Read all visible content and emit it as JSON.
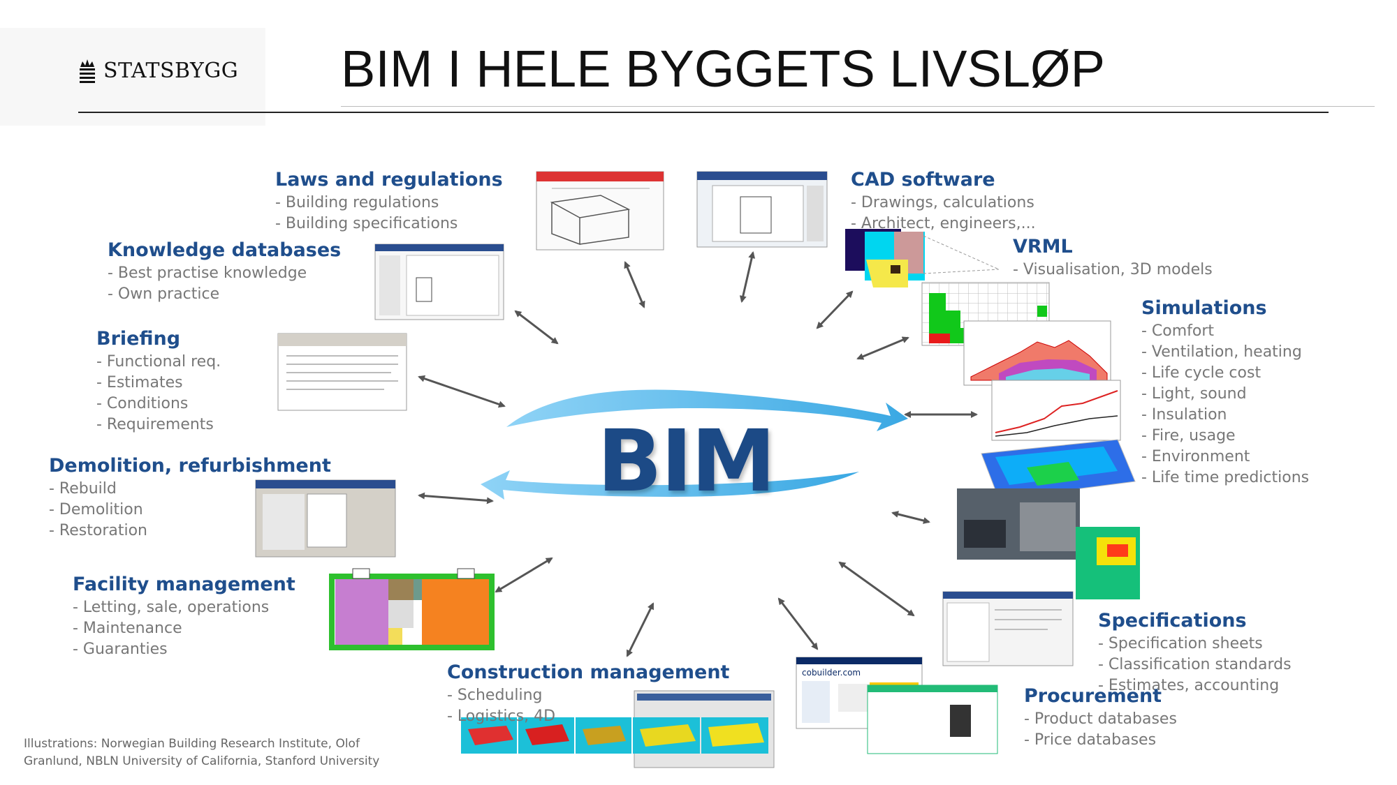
{
  "header": {
    "logo_text": "STATSBYGG",
    "title": "BIM I HELE BYGGETS LIVSLØP"
  },
  "center": {
    "label": "BIM"
  },
  "topics": [
    {
      "title": "Laws and regulations",
      "items": [
        "- Building regulations",
        "- Building specifications"
      ]
    },
    {
      "title": "Knowledge databases",
      "items": [
        "- Best practise knowledge",
        "- Own practice"
      ]
    },
    {
      "title": "Briefing",
      "items": [
        "- Functional req.",
        "- Estimates",
        "- Conditions",
        "- Requirements"
      ]
    },
    {
      "title": "Demolition, refurbishment",
      "items": [
        "- Rebuild",
        "- Demolition",
        "- Restoration"
      ]
    },
    {
      "title": "Facility management",
      "items": [
        "- Letting, sale, operations",
        "- Maintenance",
        "- Guaranties"
      ]
    },
    {
      "title": "Construction management",
      "items": [
        "- Scheduling",
        "- Logistics, 4D"
      ]
    },
    {
      "title": "CAD software",
      "items": [
        "- Drawings, calculations",
        "- Architect, engineers,..."
      ]
    },
    {
      "title": "VRML",
      "items": [
        "- Visualisation, 3D models"
      ]
    },
    {
      "title": "Simulations",
      "items": [
        "- Comfort",
        "- Ventilation, heating",
        "- Life cycle cost",
        "- Light, sound",
        "- Insulation",
        "- Fire, usage",
        "- Environment",
        "- Life time predictions"
      ]
    },
    {
      "title": "Specifications",
      "items": [
        "- Specification sheets",
        "- Classification standards",
        "- Estimates, accounting"
      ]
    },
    {
      "title": "Procurement",
      "items": [
        "- Product databases",
        "- Price databases"
      ]
    }
  ],
  "screenshots": {
    "cobuilder_label": "cobuilder.com"
  },
  "credits": {
    "line1": "Illustrations: Norwegian Building Research Institute, Olof",
    "line2": "Granlund, NBLN University of California, Stanford University"
  },
  "colors": {
    "heading": "#1f4e8c",
    "bim": "#1c4a86",
    "ring": "#4fb3e8",
    "item": "#777777"
  }
}
